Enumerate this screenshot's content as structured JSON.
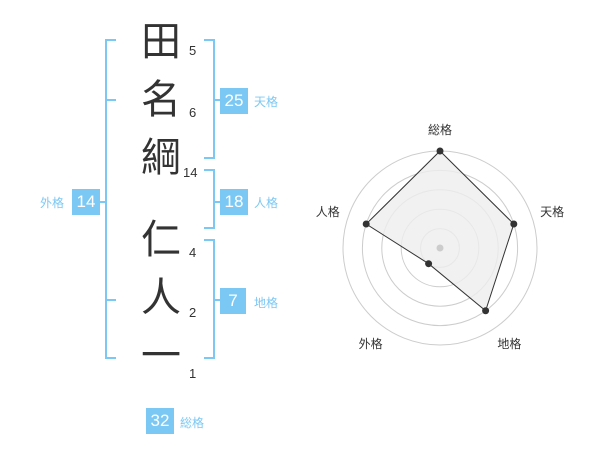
{
  "name": {
    "chars": [
      "田",
      "名",
      "綱",
      "仁",
      "人",
      "一"
    ],
    "strokes": [
      "5",
      "6",
      "14",
      "4",
      "2",
      "1"
    ]
  },
  "kaku": {
    "tenkaku": {
      "value": "25",
      "label": "天格"
    },
    "jinkaku": {
      "value": "18",
      "label": "人格"
    },
    "chikaku": {
      "value": "7",
      "label": "地格"
    },
    "gaikaku": {
      "value": "14",
      "label": "外格"
    },
    "soukaku": {
      "value": "32",
      "label": "総格"
    }
  },
  "chart_data": {
    "type": "radar",
    "axes": [
      "総格",
      "天格",
      "地格",
      "外格",
      "人格"
    ],
    "values": [
      5,
      4,
      4,
      1,
      4
    ],
    "rmax": 5,
    "rings": 5,
    "colors": {
      "line": "#333333",
      "fill": "#eeeeee",
      "grid": "#cccccc"
    }
  },
  "colors": {
    "accent": "#7cc8f4",
    "text": "#333333"
  }
}
